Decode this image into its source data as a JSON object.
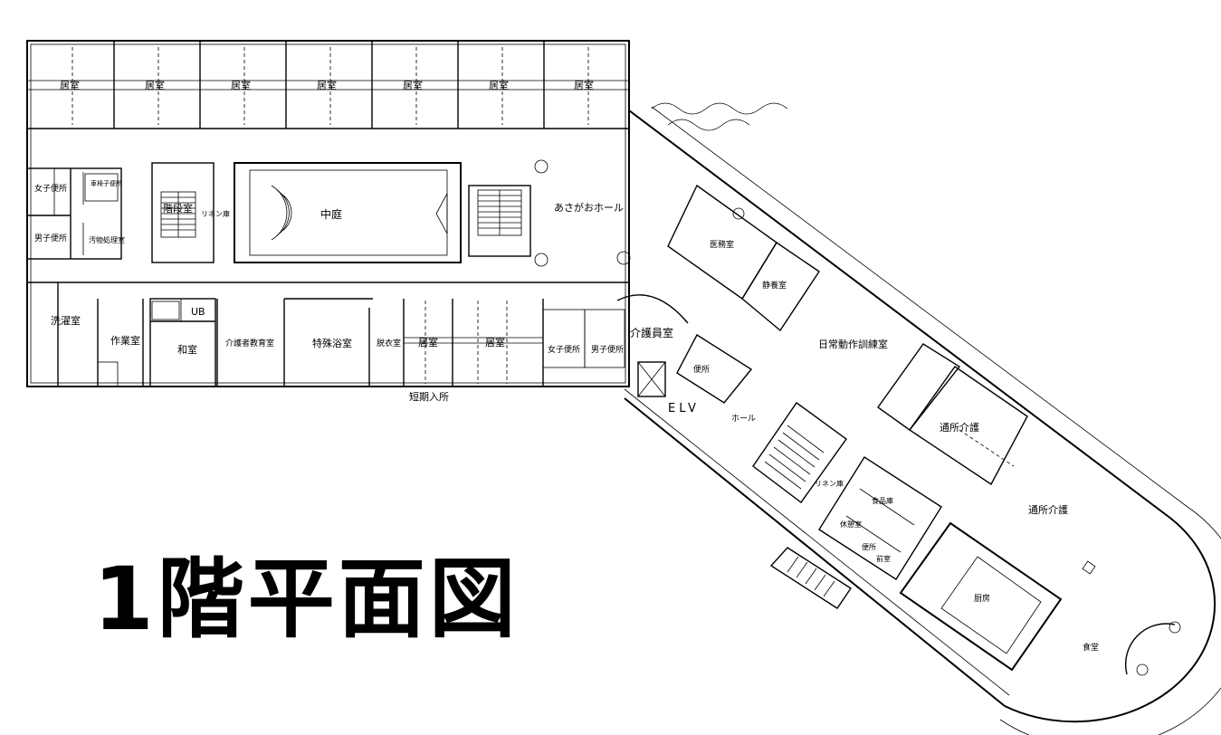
{
  "title": "1階平面図",
  "rooms": {
    "kyoshitsu": "居室",
    "joshi_benjo": "女子便所",
    "kurumaisu_benjo": "車椅子便所",
    "danshi_benjo": "男子便所",
    "obutsu_shorishitsu": "汚物処理室",
    "kaidan_shitsu": "階段室",
    "linen_ko": "リネン庫",
    "nakaniwa": "中庭",
    "asagao_hall": "あさがおホール",
    "imushitsu": "医務室",
    "seiyoushitsu": "静養室",
    "sentakushitsu": "洗濯室",
    "sagyoushitsu": "作業室",
    "ub": "UB",
    "washitsu": "和室",
    "kaigosha_kyouikushitsu": "介護者教育室",
    "tokushu_yokushitsu": "特殊浴室",
    "datsuishitsu": "脱衣室",
    "kaigoin_shitsu": "介護員室",
    "nichijo_dousa_kunrenshitsu": "日常動作訓練室",
    "benjo": "便所",
    "elv": "ELV",
    "hall": "ホール",
    "tsusho_kaigo": "通所介護",
    "shokuhin_ko": "食品庫",
    "kyukeishitsu": "休憩室",
    "zenshitsu": "前室",
    "chubou": "厨房",
    "shokudou": "食堂",
    "tanki_nyusho": "短期入所"
  }
}
